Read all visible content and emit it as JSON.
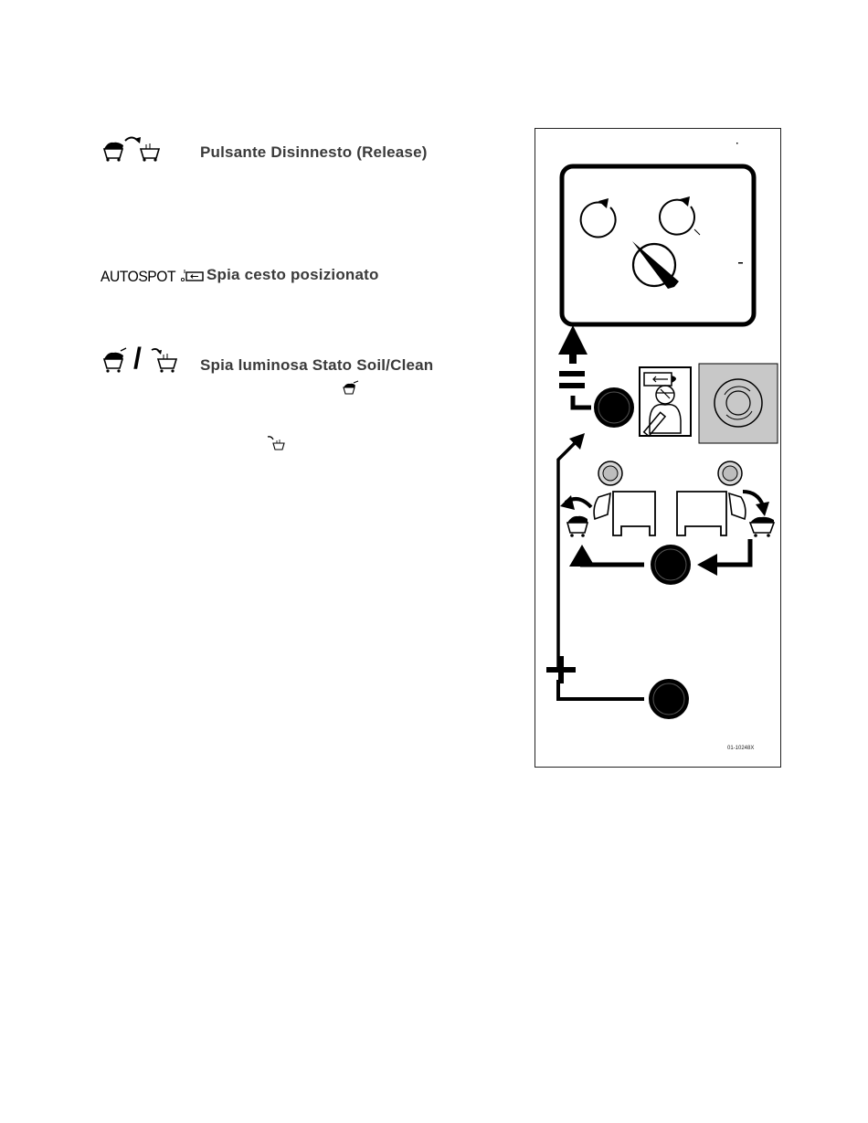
{
  "legend": {
    "release_button": {
      "label": "Pulsante Disinnesto (Release)",
      "icon": "dirty-clean-basket-icon"
    },
    "basket_positioned_light": {
      "prefix": "AUTOSPOT",
      "label": "Spia cesto posizionato",
      "icon": "battery-icon"
    },
    "status_light": {
      "label": "Spia luminosa Stato Soil/Clean",
      "separator": "/",
      "icons": [
        "dirty-basket-icon",
        "clean-basket-icon"
      ]
    }
  },
  "panel": {
    "drawing_code": "01-10248X",
    "symbols": {
      "stop": "=",
      "start": "+"
    },
    "colors": {
      "button": "#000000",
      "indicator_fill": "#d6d6d6",
      "emergency_bg": "#c8c8c8"
    }
  }
}
